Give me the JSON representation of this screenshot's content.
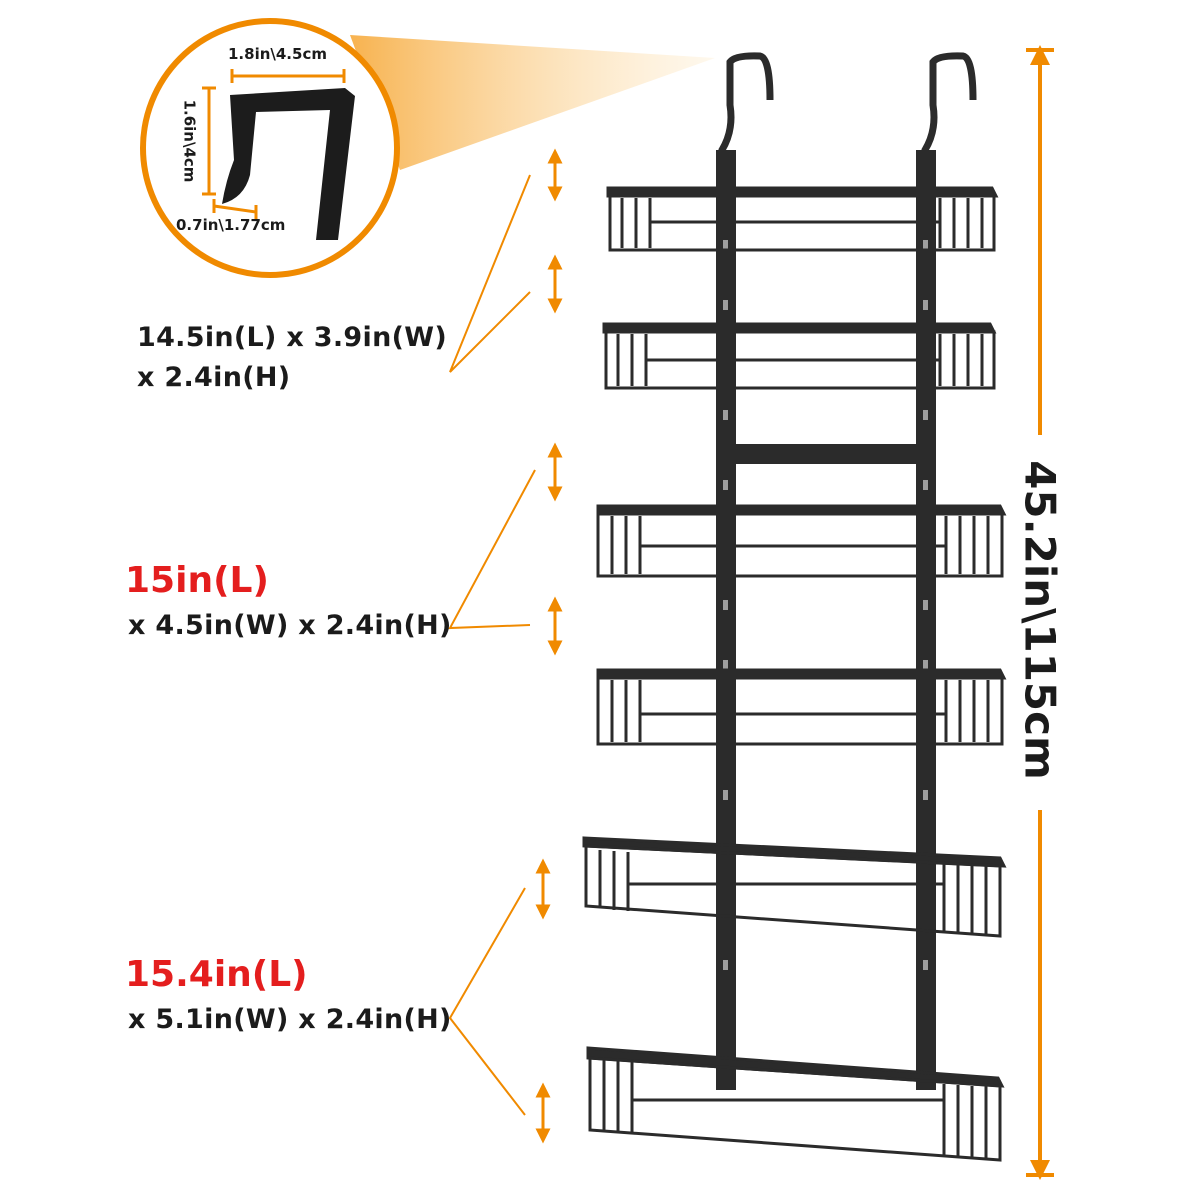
{
  "hook_detail": {
    "width_label": "1.8in\\4.5cm",
    "height_label": "1.6in\\4cm",
    "depth_label": "0.7in\\1.77cm"
  },
  "total_height_label": "45.2in\\115cm",
  "groups": [
    {
      "title": "",
      "line1": "14.5in(L) x 3.9in(W)",
      "line2": "x 2.4in(H)"
    },
    {
      "title": "15in(L)",
      "line1": "",
      "line2": "x 4.5in(W) x 2.4in(H)"
    },
    {
      "title": "15.4in(L)",
      "line1": "",
      "line2": "x 5.1in(W) x 2.4in(H)"
    }
  ],
  "colors": {
    "accent": "#f08a00",
    "highlight": "#e41e1e",
    "rack": "#2b2b2b",
    "text": "#1b1b1b"
  }
}
